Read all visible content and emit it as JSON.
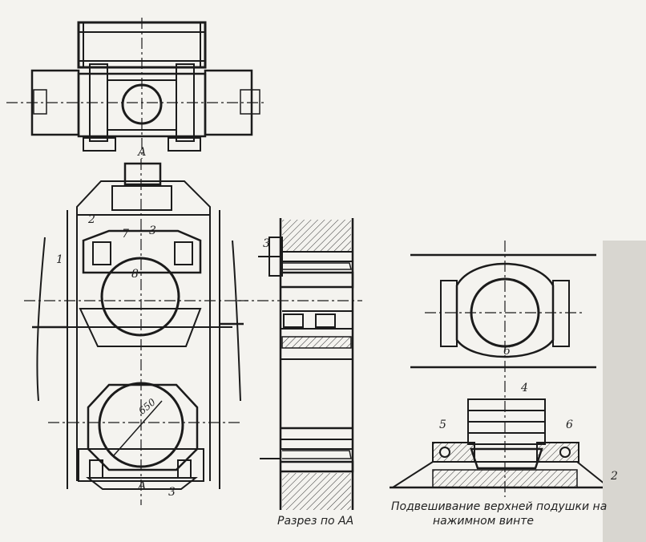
{
  "labels": {
    "section_mark_top": "А",
    "section_mark_bottom": "А",
    "part_1": "1",
    "part_2": "2",
    "part_3_top": "3",
    "part_3_bottom": "3",
    "part_3_section": "3",
    "part_7": "7",
    "part_8": "8",
    "part_4": "4",
    "part_5": "5",
    "part_6_right_top": "6",
    "part_6_right_bottom": "6",
    "part_2_right": "2",
    "dimension_650": "650"
  },
  "captions": {
    "section_caption": "Разрез по АА",
    "suspension_caption_line1": "Подвешивание верхней подушки на",
    "suspension_caption_line2": "нажимном винте"
  }
}
